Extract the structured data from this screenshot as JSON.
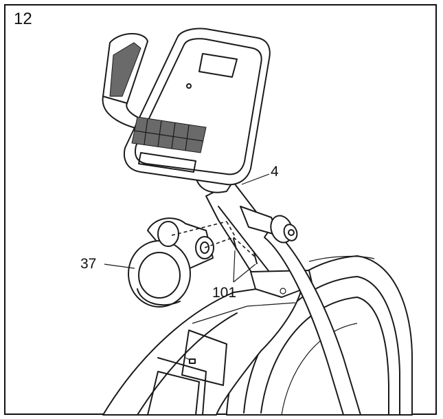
{
  "step_number": "12",
  "callouts": {
    "part_4": "4",
    "part_37": "37",
    "part_101": "101"
  },
  "colors": {
    "line": "#1a1a1a",
    "background": "#ffffff"
  }
}
